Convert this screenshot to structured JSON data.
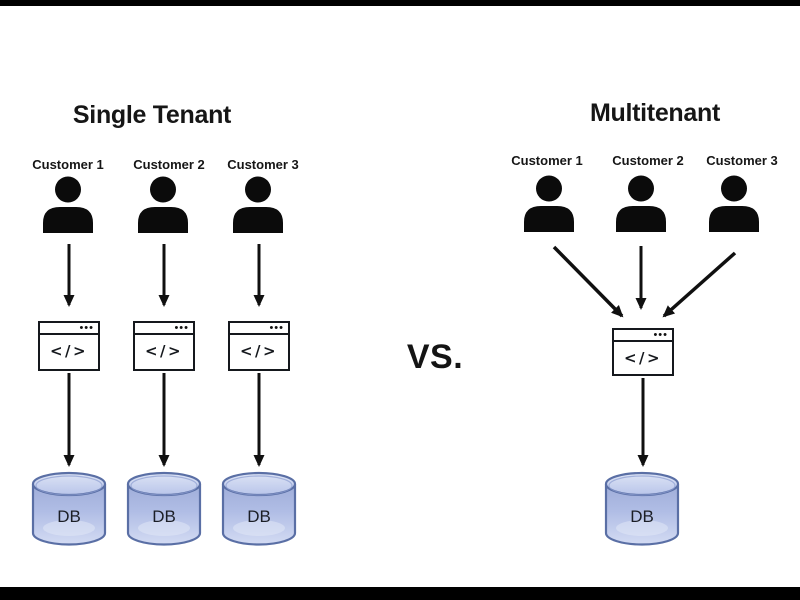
{
  "page": {
    "background": "#ffffff",
    "letterbox_color": "#000000"
  },
  "left_panel": {
    "title": "Single Tenant",
    "customers": [
      {
        "label": "Customer 1"
      },
      {
        "label": "Customer 2"
      },
      {
        "label": "Customer 3"
      }
    ],
    "app_window_glyph": "</>",
    "app_window_menu_icon": "•••",
    "db_label": "DB"
  },
  "divider": {
    "vs_label": "VS."
  },
  "right_panel": {
    "title": "Multitenant",
    "customers": [
      {
        "label": "Customer 1"
      },
      {
        "label": "Customer 2"
      },
      {
        "label": "Customer 3"
      }
    ],
    "app_window_glyph": "</>",
    "app_window_menu_icon": "•••",
    "db_label": "DB"
  },
  "colors": {
    "ink": "#111111",
    "arrow": "#101010",
    "db_border": "#5a6fa5",
    "db_body_top": "#9fadd9",
    "db_body_bottom": "#d3dbf3",
    "db_lid": "#c7d2ee"
  }
}
